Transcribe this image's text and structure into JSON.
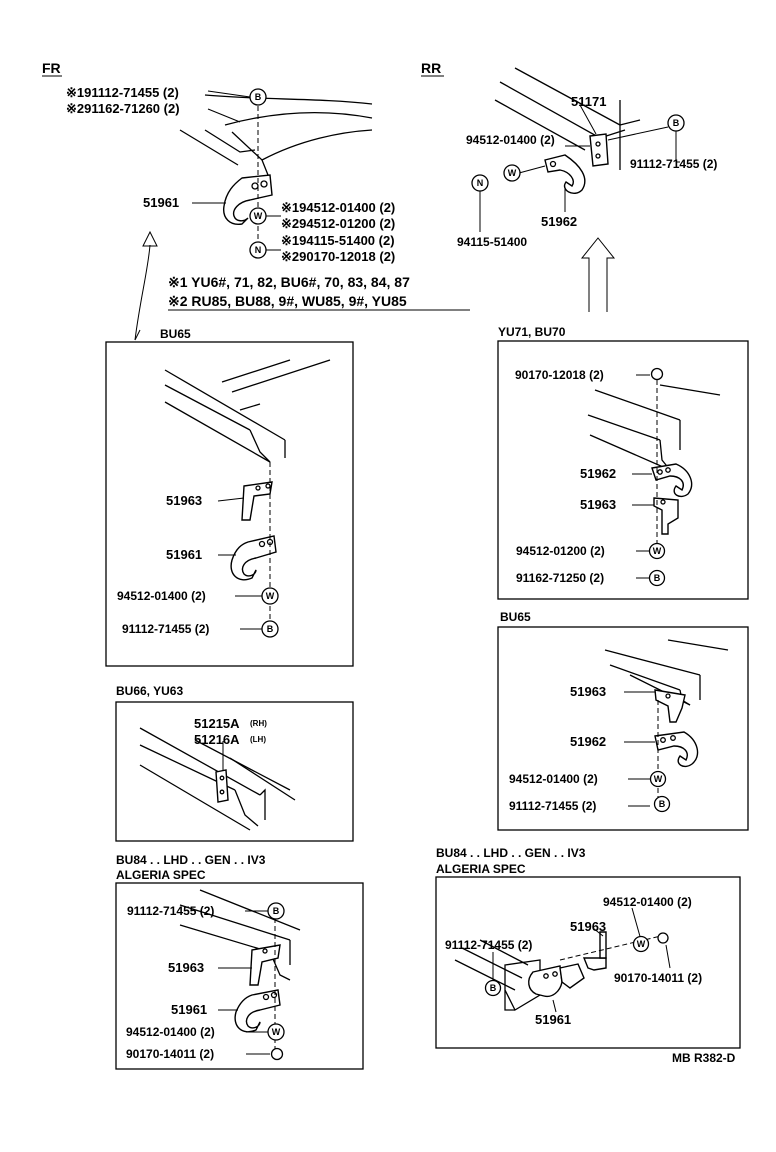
{
  "sections": {
    "fr": "FR",
    "rr": "RR"
  },
  "fr_main": {
    "p1": "※191112-71455 (2)",
    "p2": "※291162-71260 (2)",
    "hook": "51961",
    "w1": "※194512-01400 (2)",
    "w2": "※294512-01200 (2)",
    "n1": "※194115-51400 (2)",
    "n2": "※290170-12018 (2)",
    "note1": "※1 YU6#, 71, 82, BU6#, 70, 83, 84, 87",
    "note2": "※2 RU85, BU88, 9#, WU85, 9#, YU85"
  },
  "rr_main": {
    "bracket": "51171",
    "washer": "94512-01400 (2)",
    "bolt": "91112-71455 (2)",
    "hook": "51962",
    "nut": "94115-51400"
  },
  "box_bu65_left": {
    "header": "BU65",
    "a": "51963",
    "b": "51961",
    "c": "94512-01400 (2)",
    "d": "91112-71455 (2)"
  },
  "box_bu66": {
    "header": "BU66, YU63",
    "a": "51215A",
    "a_side": "(RH)",
    "b": "51216A",
    "b_side": "(LH)"
  },
  "box_bu84_left": {
    "header1": "BU84 . . LHD . . GEN . . IV3",
    "header2": "ALGERIA SPEC",
    "a": "91112-71455 (2)",
    "b": "51963",
    "c": "51961",
    "d": "94512-01400 (2)",
    "e": "90170-14011 (2)"
  },
  "box_yu71": {
    "header": "YU71, BU70",
    "a": "90170-12018 (2)",
    "b": "51962",
    "c": "51963",
    "d": "94512-01200 (2)",
    "e": "91162-71250 (2)"
  },
  "box_bu65_right": {
    "header": "BU65",
    "a": "51963",
    "b": "51962",
    "c": "94512-01400 (2)",
    "d": "91112-71455 (2)"
  },
  "box_bu84_right": {
    "header1": "BU84 . . LHD . . GEN . . IV3",
    "header2": "ALGERIA SPEC",
    "a": "94512-01400 (2)",
    "b": "51963",
    "c": "91112-71455 (2)",
    "d": "90170-14011 (2)",
    "e": "51961"
  },
  "symbols": {
    "bolt": "B",
    "washer": "W",
    "nut": "N"
  },
  "footer": "MB R382-D"
}
